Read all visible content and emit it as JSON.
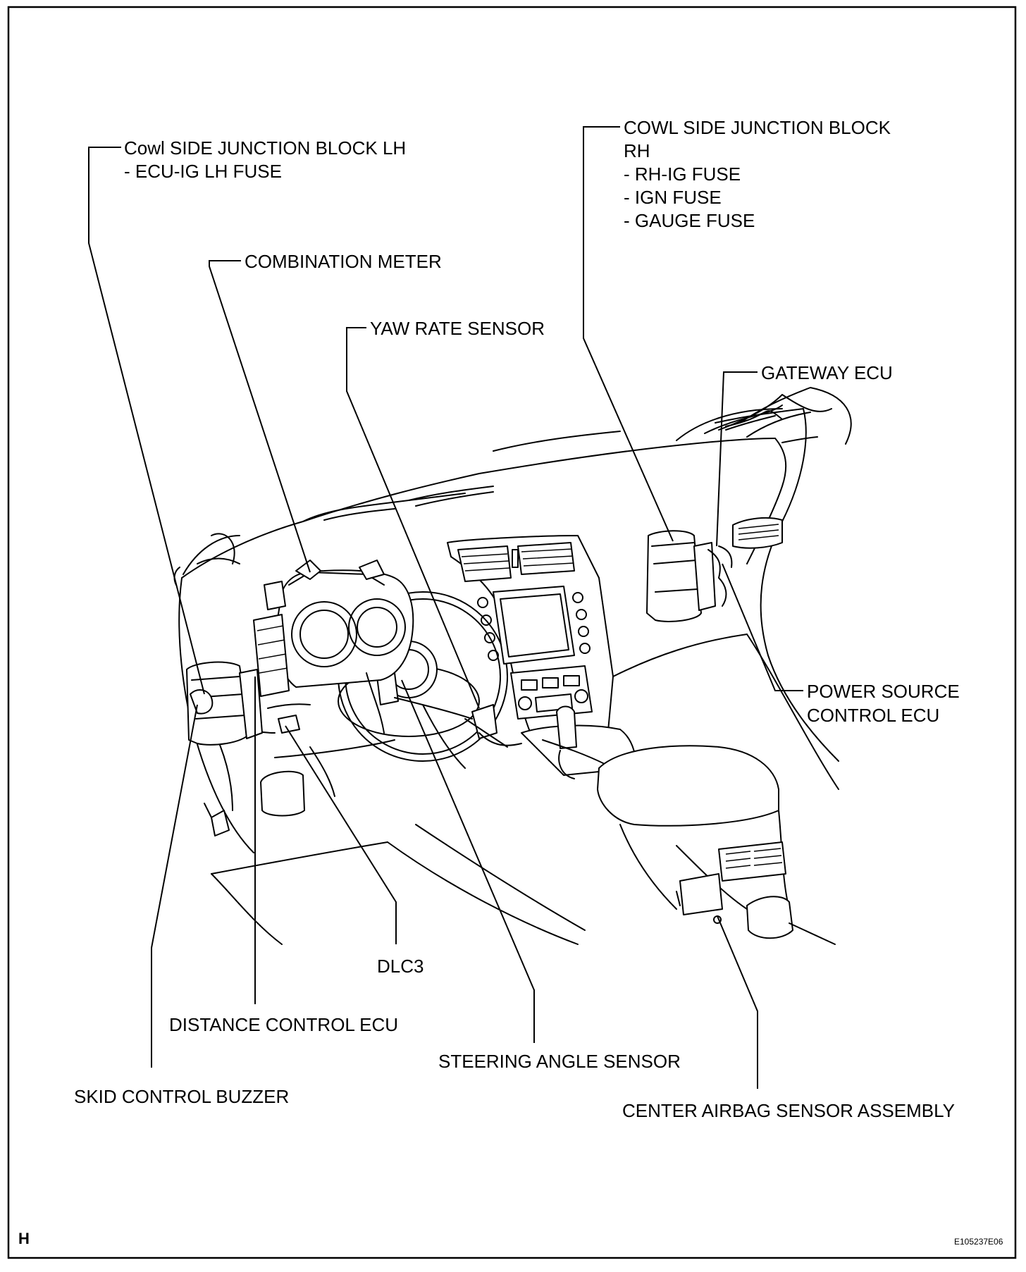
{
  "labels": {
    "cowl_lh_line1": "Cowl SIDE JUNCTION BLOCK LH",
    "cowl_lh_line2": "- ECU-IG LH FUSE",
    "combination_meter": "COMBINATION METER",
    "yaw_rate_sensor": "YAW RATE SENSOR",
    "cowl_rh_line1": "COWL SIDE JUNCTION BLOCK",
    "cowl_rh_line2": "RH",
    "cowl_rh_line3": "- RH-IG FUSE",
    "cowl_rh_line4": "- IGN FUSE",
    "cowl_rh_line5": "- GAUGE FUSE",
    "gateway_ecu": "GATEWAY ECU",
    "power_source_line1": "POWER SOURCE",
    "power_source_line2": "CONTROL ECU",
    "dlc3": "DLC3",
    "distance_control_ecu": "DISTANCE CONTROL ECU",
    "steering_angle_sensor": "STEERING ANGLE SENSOR",
    "skid_control_buzzer": "SKID CONTROL BUZZER",
    "center_airbag_sensor": "CENTER AIRBAG SENSOR ASSEMBLY"
  },
  "footer": {
    "corner_letter": "H",
    "figure_code": "E105237E06"
  }
}
